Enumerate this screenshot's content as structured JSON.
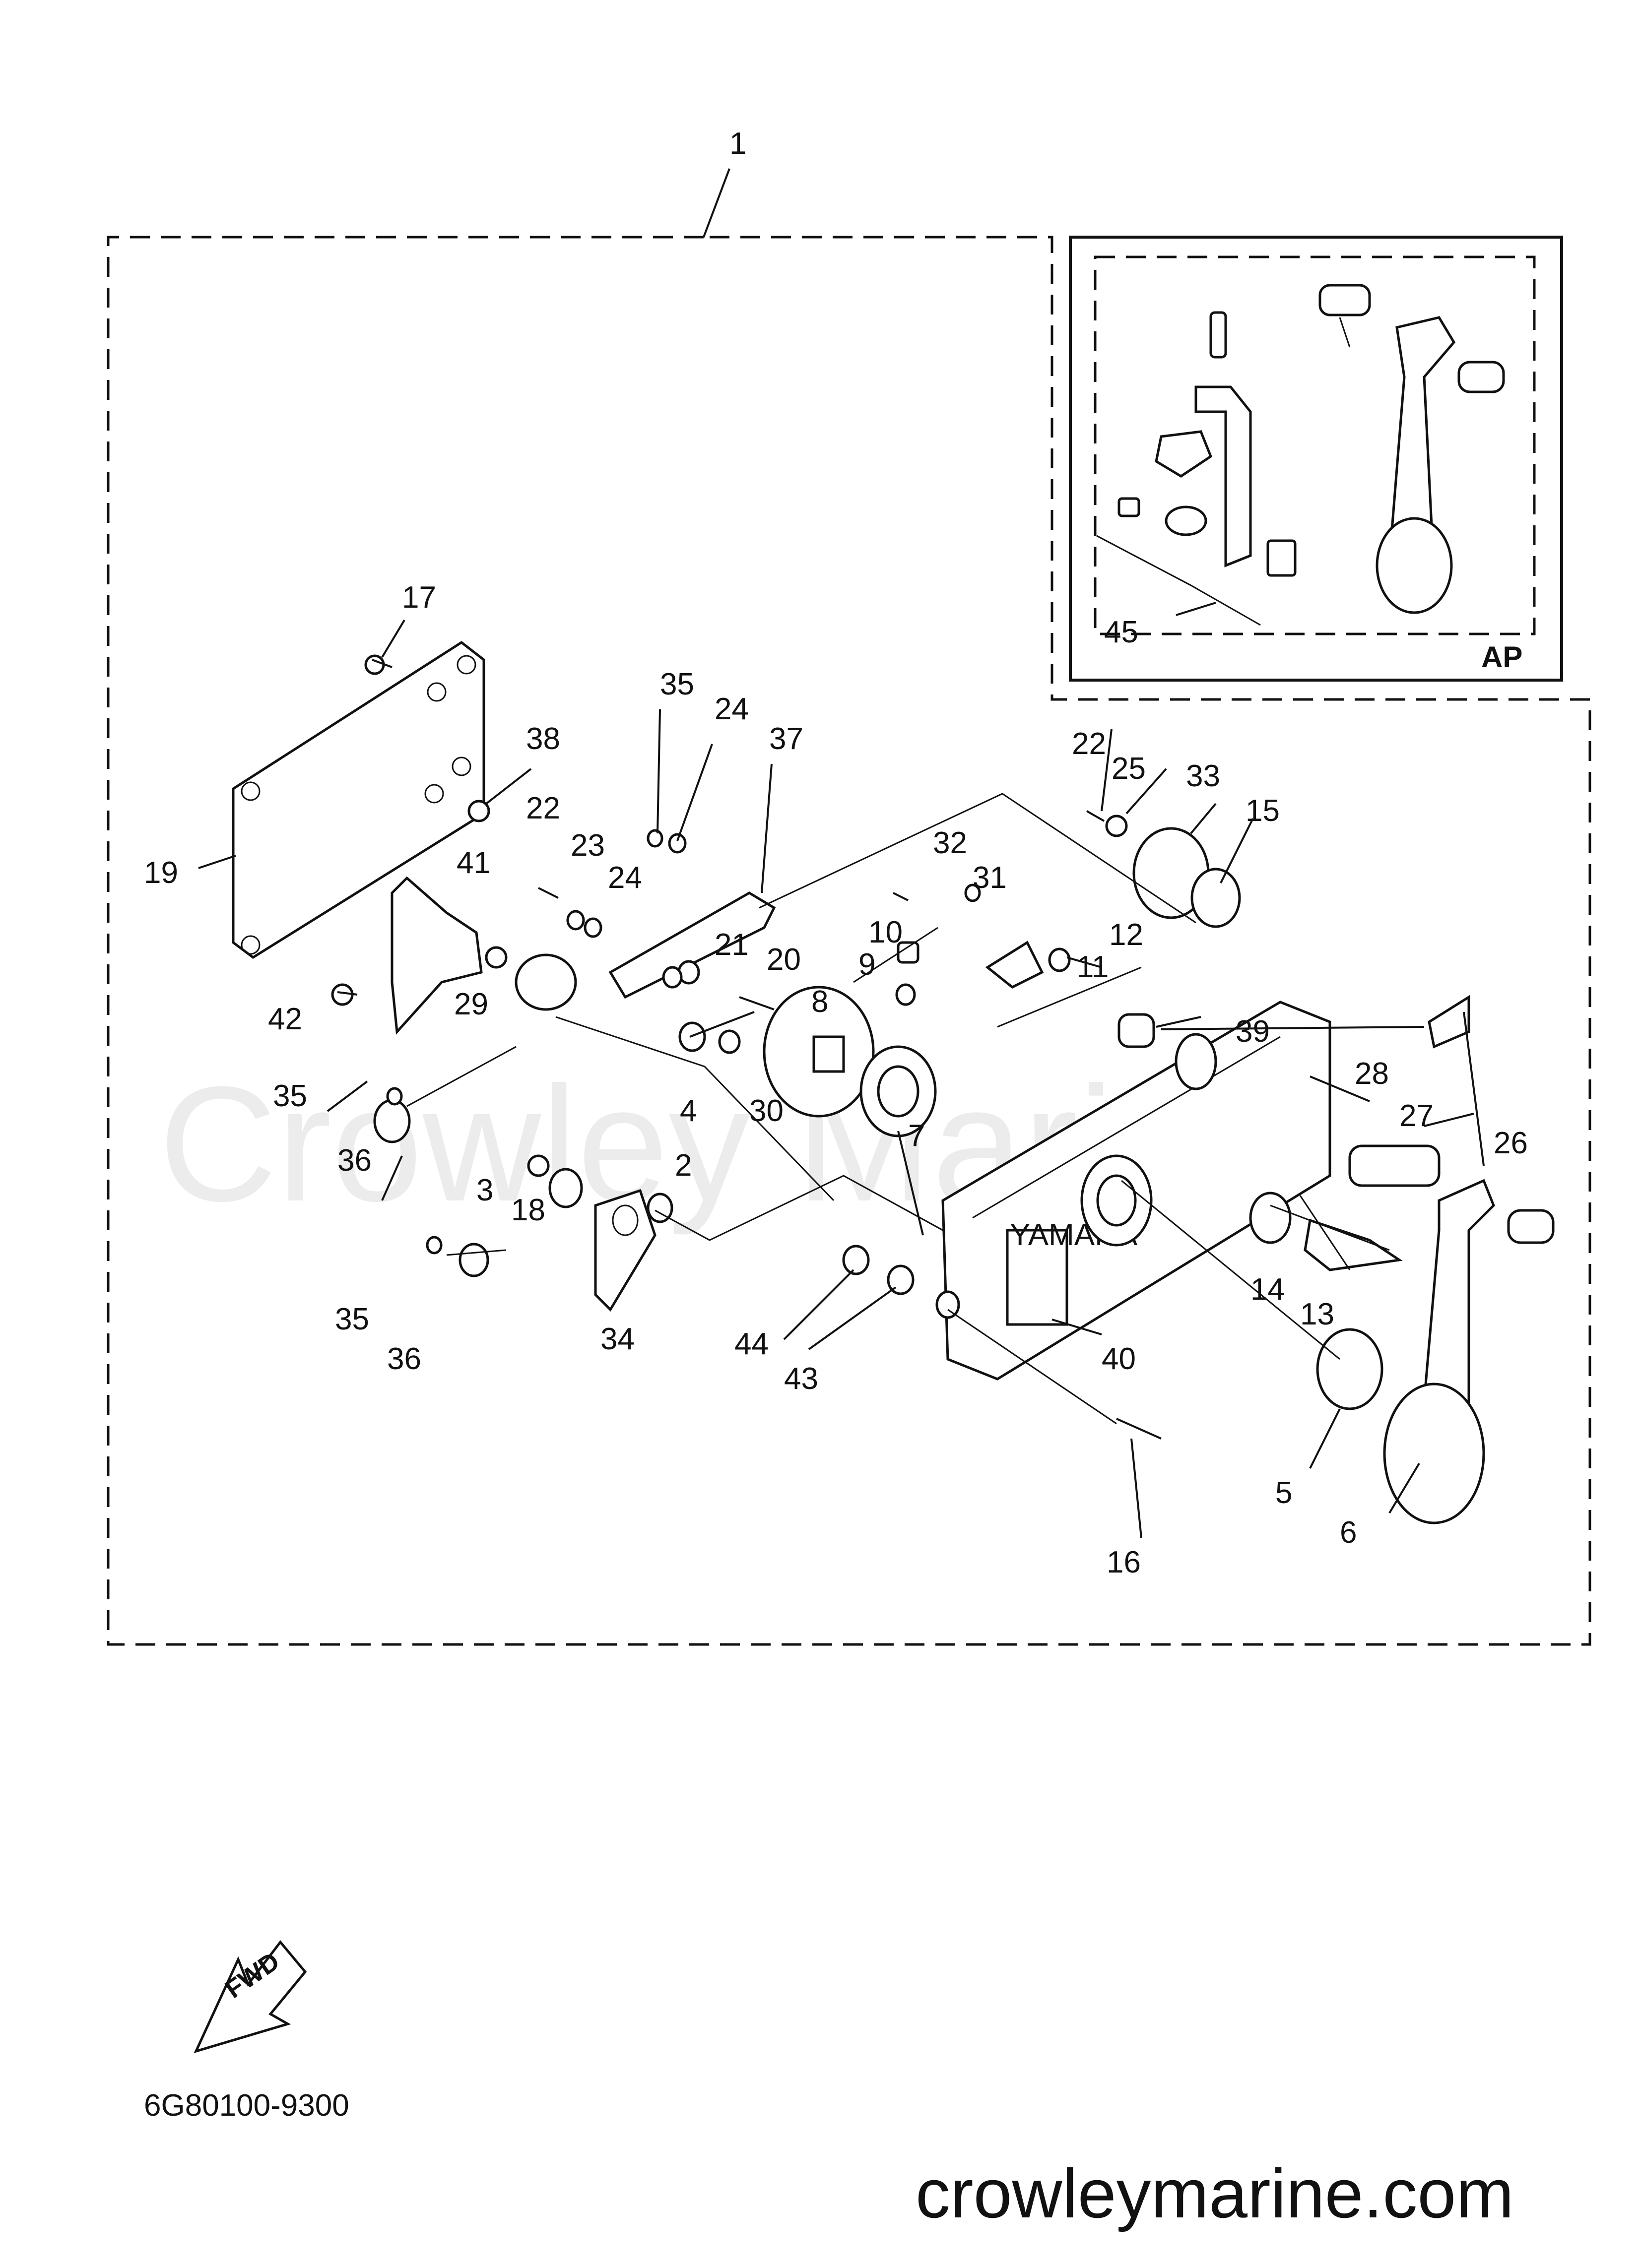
{
  "diagram": {
    "part_labels": [
      "1",
      "17",
      "35",
      "24",
      "37",
      "38",
      "22",
      "23",
      "24",
      "41",
      "19",
      "42",
      "29",
      "22",
      "25",
      "33",
      "15",
      "32",
      "31",
      "10",
      "12",
      "9",
      "11",
      "21",
      "20",
      "8",
      "39",
      "35",
      "36",
      "4",
      "30",
      "7",
      "28",
      "27",
      "26",
      "3",
      "18",
      "2",
      "14",
      "13",
      "35",
      "36",
      "34",
      "44",
      "43",
      "40",
      "5",
      "6",
      "16",
      "45"
    ],
    "inset_code": "AP",
    "fwd_label": "FWD",
    "badge_text": "YAMAHA",
    "part_number": "6G80100-9300",
    "watermark": "Crowley Marine",
    "website": "crowleymarine.com"
  }
}
